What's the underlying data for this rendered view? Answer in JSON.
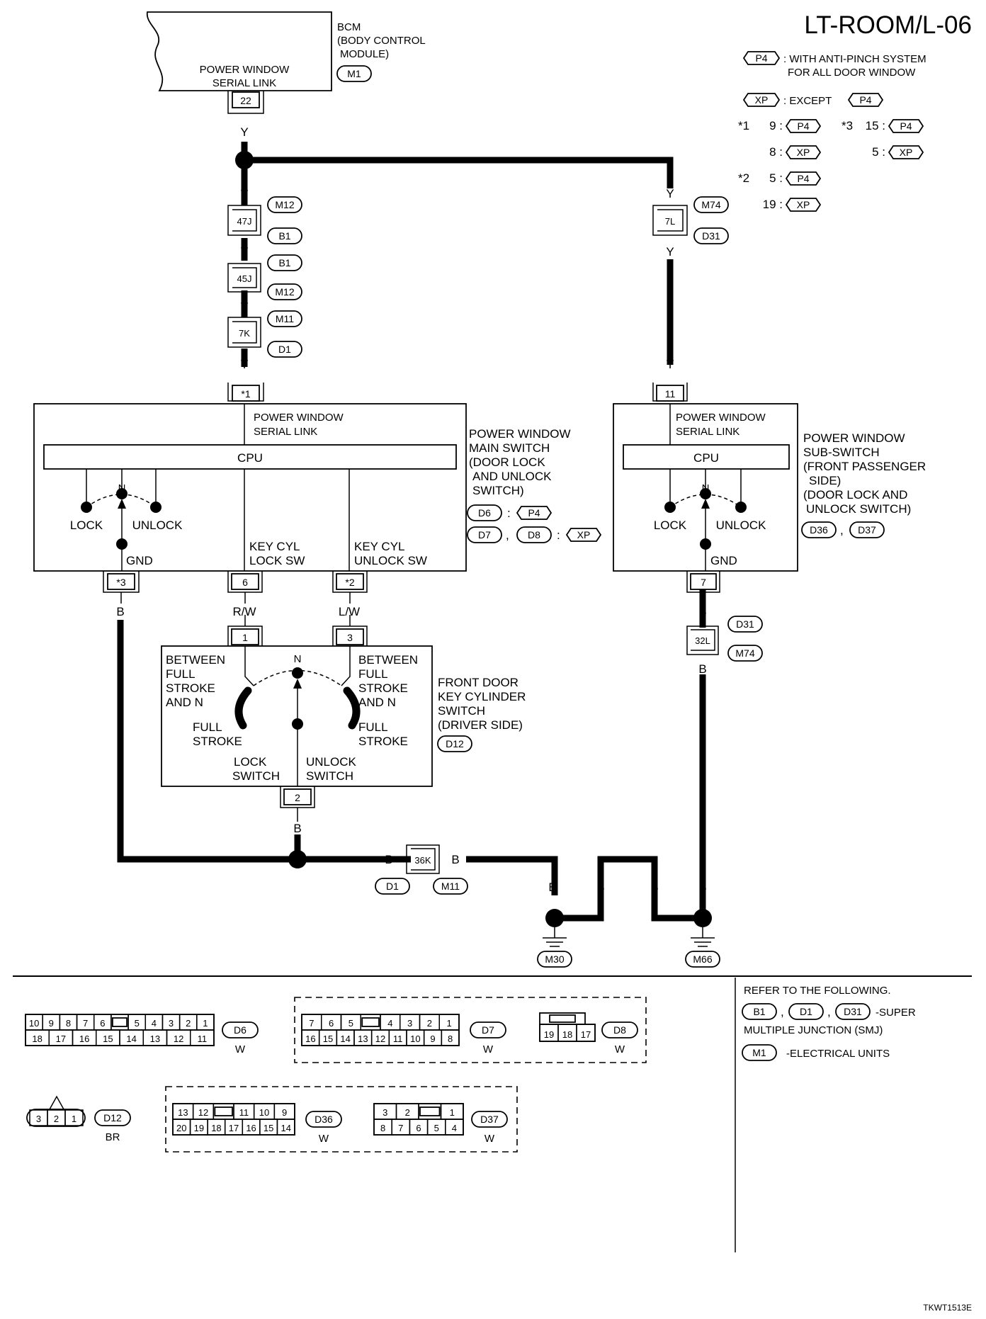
{
  "title": "LT-ROOM/L-06",
  "figure_id": "TKWT1513E",
  "legend": {
    "p4": {
      "tag": "P4",
      "text1": ": WITH ANTI-PINCH SYSTEM",
      "text2": "FOR ALL DOOR WINDOW"
    },
    "xp": {
      "tag": "XP",
      "text": ": EXCEPT",
      "ref": "P4"
    },
    "star1": {
      "mark": "*1",
      "rows": [
        {
          "pin": "9 :",
          "tag": "P4"
        },
        {
          "pin": "8 :",
          "tag": "XP"
        }
      ]
    },
    "star2": {
      "mark": "*2",
      "rows": [
        {
          "pin": "5 :",
          "tag": "P4"
        },
        {
          "pin": "19 :",
          "tag": "XP"
        }
      ]
    },
    "star3": {
      "mark": "*3",
      "rows": [
        {
          "pin": "15 :",
          "tag": "P4"
        },
        {
          "pin": "5 :",
          "tag": "XP"
        }
      ]
    }
  },
  "bcm": {
    "name_lines": [
      "BCM",
      "(BODY CONTROL",
      "MODULE)"
    ],
    "connector": "M1",
    "func_lines": [
      "POWER WINDOW",
      "SERIAL LINK"
    ],
    "pin": "22"
  },
  "wires": {
    "y": "Y",
    "b": "B",
    "rw": "R/W",
    "lw": "L/W"
  },
  "left_chain": [
    {
      "pin": "47J",
      "top": "M12",
      "bottom": "B1"
    },
    {
      "pin": "45J",
      "top": "B1",
      "bottom": "M12"
    },
    {
      "pin": "7K",
      "top": "M11",
      "bottom": "D1"
    }
  ],
  "right_chain": {
    "pin": "7L",
    "top": "M74",
    "bottom": "D31"
  },
  "main_switch": {
    "pin_top": "*1",
    "serial_lines": [
      "POWER WINDOW",
      "SERIAL LINK"
    ],
    "cpu": "CPU",
    "lock": "LOCK",
    "unlock": "UNLOCK",
    "n": "N",
    "gnd": "GND",
    "keylock_lines": [
      "KEY CYL",
      "LOCK SW"
    ],
    "keyunlock_lines": [
      "KEY CYL",
      "UNLOCK SW"
    ],
    "pins_bottom": [
      "*3",
      "6",
      "*2"
    ],
    "name_lines": [
      "POWER WINDOW",
      "MAIN SWITCH",
      "(DOOR LOCK",
      "AND UNLOCK",
      "SWITCH)"
    ],
    "conn_row1": {
      "c1": "D6",
      "sep": ":",
      "tag": "P4"
    },
    "conn_row2": {
      "c1": "D7",
      "comma": ",",
      "c2": "D8",
      "sep": ":",
      "tag": "XP"
    }
  },
  "sub_switch": {
    "pin_top": "11",
    "serial_lines": [
      "POWER WINDOW",
      "SERIAL LINK"
    ],
    "cpu": "CPU",
    "lock": "LOCK",
    "unlock": "UNLOCK",
    "n": "N",
    "gnd": "GND",
    "pin_bottom": "7",
    "name_lines": [
      "POWER WINDOW",
      "SUB-SWITCH",
      "(FRONT PASSENGER",
      "SIDE)",
      "(DOOR LOCK AND",
      "UNLOCK SWITCH)"
    ],
    "conn": {
      "c1": "D36",
      "comma": ",",
      "c2": "D37"
    }
  },
  "joint_32L": {
    "pin": "32L",
    "top": "D31",
    "bottom": "M74"
  },
  "key_cyl": {
    "pins_top": [
      "1",
      "3"
    ],
    "pin_bottom": "2",
    "n": "N",
    "between_lines": [
      "BETWEEN",
      "FULL",
      "STROKE",
      "AND N"
    ],
    "full_lines": [
      "FULL",
      "STROKE"
    ],
    "lock_lines": [
      "LOCK",
      "SWITCH"
    ],
    "unlock_lines": [
      "UNLOCK",
      "SWITCH"
    ],
    "name_lines": [
      "FRONT DOOR",
      "KEY CYLINDER",
      "SWITCH",
      "(DRIVER SIDE)"
    ],
    "connector": "D12"
  },
  "joint_36K": {
    "pin": "36K",
    "left": "D1",
    "right": "M11"
  },
  "grounds": {
    "g1": "M30",
    "g2": "M66"
  },
  "refer": {
    "title": "REFER TO THE FOLLOWING.",
    "smj_conns": [
      "B1",
      "D1",
      "D31"
    ],
    "smj_text1": "-SUPER",
    "smj_text2": "MULTIPLE JUNCTION (SMJ)",
    "eu_conn": "M1",
    "eu_text": "-ELECTRICAL UNITS",
    "comma": ","
  },
  "connector_faces": {
    "d6": {
      "row1": [
        "10",
        "9",
        "8",
        "7",
        "6",
        "",
        "5",
        "4",
        "3",
        "2",
        "1"
      ],
      "row2": [
        "18",
        "17",
        "16",
        "15",
        "14",
        "13",
        "12",
        "11"
      ],
      "label": "D6",
      "color": "W"
    },
    "d7": {
      "row1": [
        "7",
        "6",
        "5",
        "",
        "4",
        "3",
        "2",
        "1"
      ],
      "row2": [
        "16",
        "15",
        "14",
        "13",
        "12",
        "11",
        "10",
        "9",
        "8"
      ],
      "label": "D7",
      "color": "W"
    },
    "d8": {
      "cells": [
        "19",
        "18",
        "17"
      ],
      "label": "D8",
      "color": "W"
    },
    "d12": {
      "cells": [
        "3",
        "2",
        "1"
      ],
      "label": "D12",
      "color": "BR"
    },
    "d36": {
      "row1": [
        "13",
        "12",
        "",
        "11",
        "10",
        "9"
      ],
      "row2": [
        "20",
        "19",
        "18",
        "17",
        "16",
        "15",
        "14"
      ],
      "label": "D36",
      "color": "W"
    },
    "d37": {
      "row1": [
        "3",
        "2",
        "",
        "1"
      ],
      "row2": [
        "8",
        "7",
        "6",
        "5",
        "4"
      ],
      "label": "D37",
      "color": "W"
    }
  }
}
